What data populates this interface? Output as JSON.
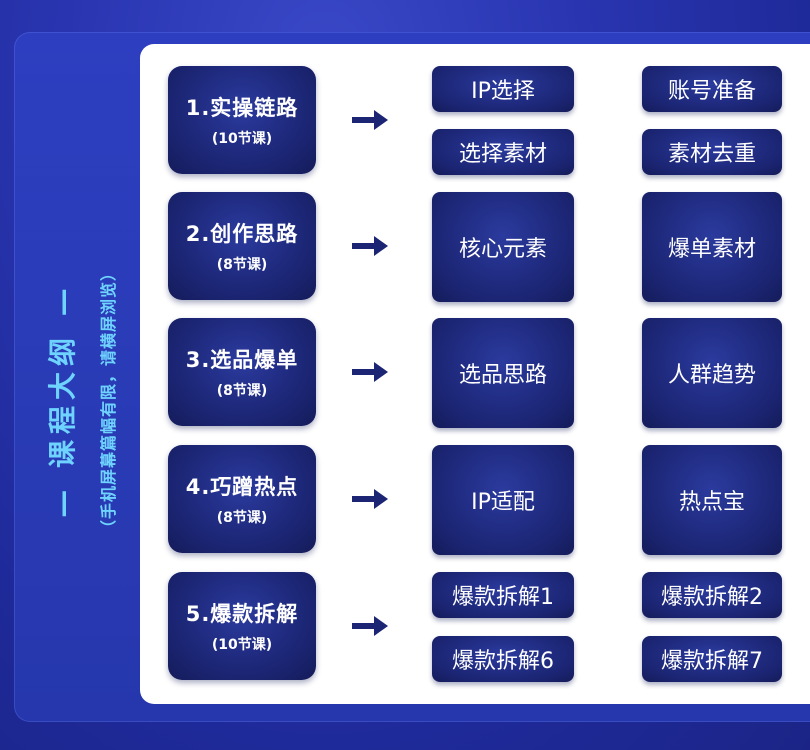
{
  "side_title": "— 课程大纲 —",
  "side_subtitle": "（手机屏幕篇幅有限，请横屏浏览）",
  "modules": [
    {
      "title": "1.实操链路",
      "subtitle": "(10节课)",
      "items": [
        "IP选择",
        "账号准备",
        "选择素材",
        "素材去重"
      ]
    },
    {
      "title": "2.创作思路",
      "subtitle": "(8节课)",
      "items": [
        "核心元素",
        "爆单素材"
      ]
    },
    {
      "title": "3.选品爆单",
      "subtitle": "(8节课)",
      "items": [
        "选品思路",
        "人群趋势"
      ]
    },
    {
      "title": "4.巧蹭热点",
      "subtitle": "(8节课)",
      "items": [
        "IP适配",
        "热点宝"
      ]
    },
    {
      "title": "5.爆款拆解",
      "subtitle": "(10节课)",
      "items": [
        "爆款拆解1",
        "爆款拆解2",
        "爆款拆解6",
        "爆款拆解7"
      ]
    }
  ],
  "colors": {
    "background": "#2a36b2",
    "card": "#1b2573",
    "accent_text": "#6fd3ff",
    "arrow": "#1b2573"
  },
  "icons": {
    "arrow": "arrow-right-icon"
  }
}
